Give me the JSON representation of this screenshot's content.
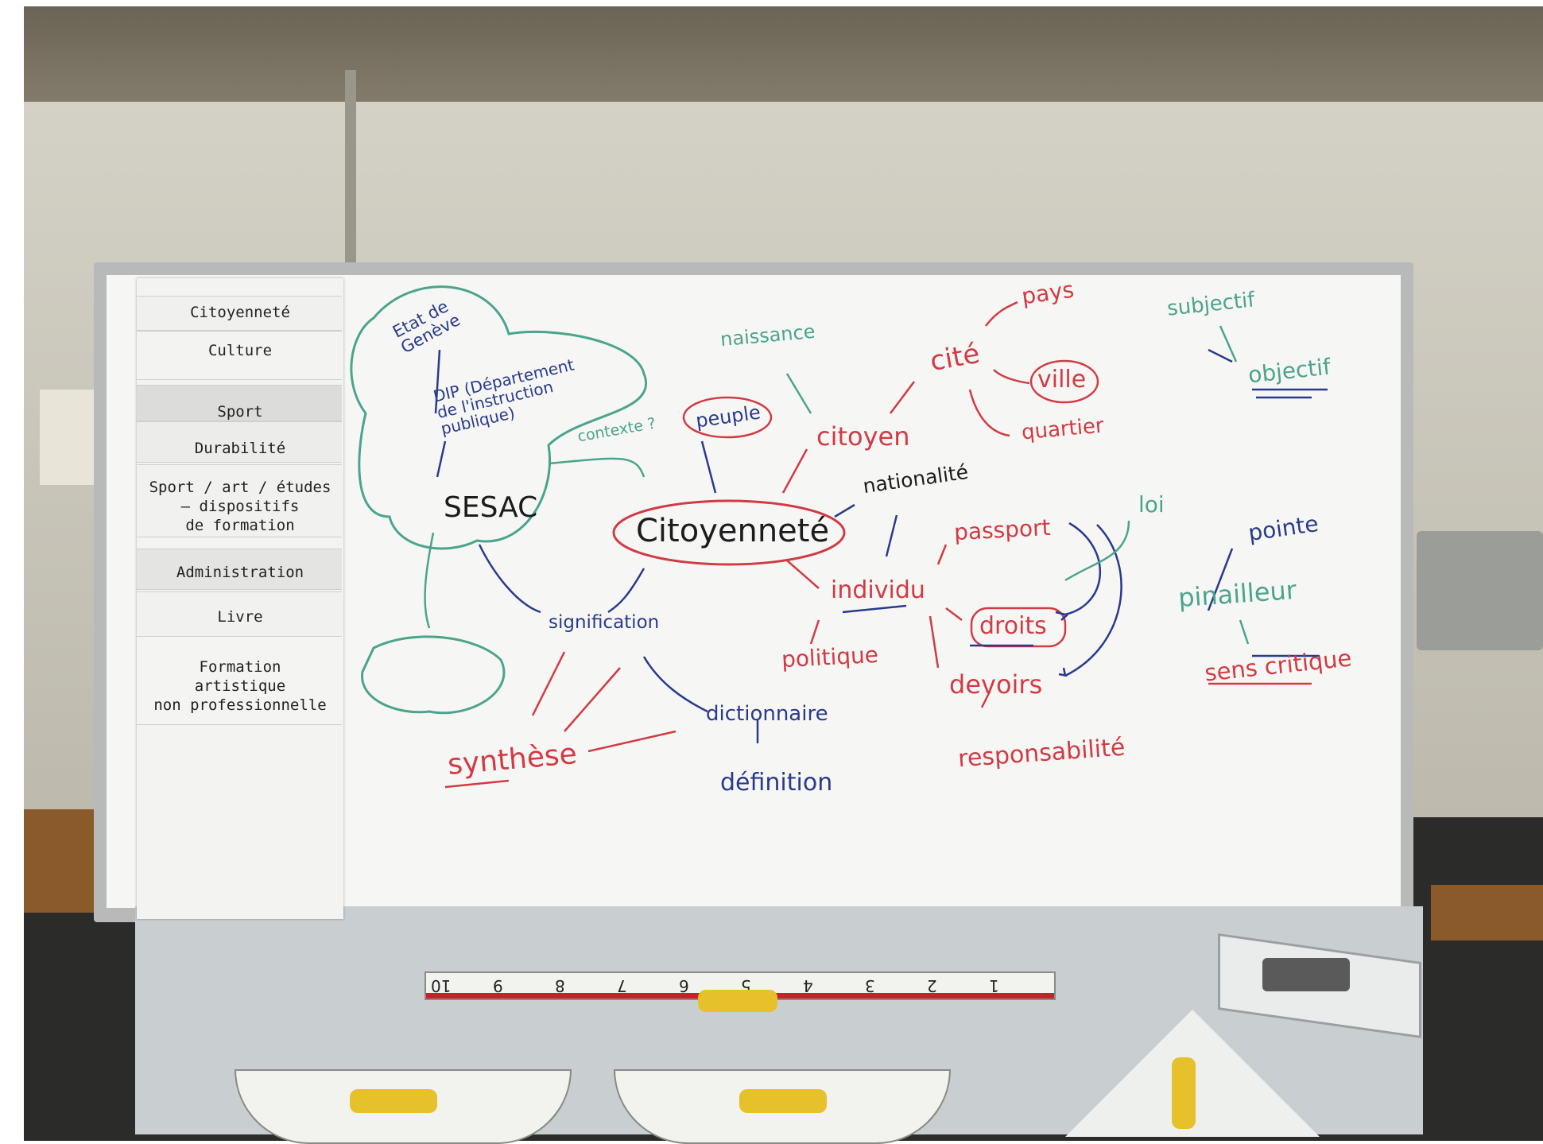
{
  "colors": {
    "blue": "#2a3a8c",
    "red": "#d23a44",
    "green": "#4ba48c",
    "black": "#1c1c1c"
  },
  "sidebar": {
    "tabs": [
      "Citoyenneté",
      "Culture",
      "Sport",
      "Durabilité",
      "Sport / art / études\n– dispositifs\nde formation",
      "Administration",
      "Livre",
      "Formation\nartistique\nnon professionnelle"
    ]
  },
  "board": {
    "center": "Citoyenneté",
    "etat": "Etat de\nGenève",
    "dip": "DIP (Département\nde l'instruction\npublique)",
    "contexte": "contexte ?",
    "sesac": "SESAC",
    "signification": "signification",
    "synthese": "synthèse",
    "dictionnaire": "dictionnaire",
    "definition": "définition",
    "naissance": "naissance",
    "peuple": "peuple",
    "citoyen": "citoyen",
    "cite": "cité",
    "pays": "pays",
    "ville": "ville",
    "quartier": "quartier",
    "nationalite": "nationalité",
    "passport": "passport",
    "individu": "individu",
    "politique": "politique",
    "droits": "droits",
    "devoirs": "devoirs",
    "responsabilite": "responsabilité",
    "loi": "loi",
    "subjectif": "subjectif",
    "objectif": "objectif",
    "pointe": "pointe",
    "pinailleur": "pinailleur",
    "sens_critique": "sens critique"
  },
  "ruler_numbers": [
    "10",
    "9",
    "8",
    "7",
    "6",
    "5",
    "4",
    "3",
    "2",
    "1"
  ]
}
